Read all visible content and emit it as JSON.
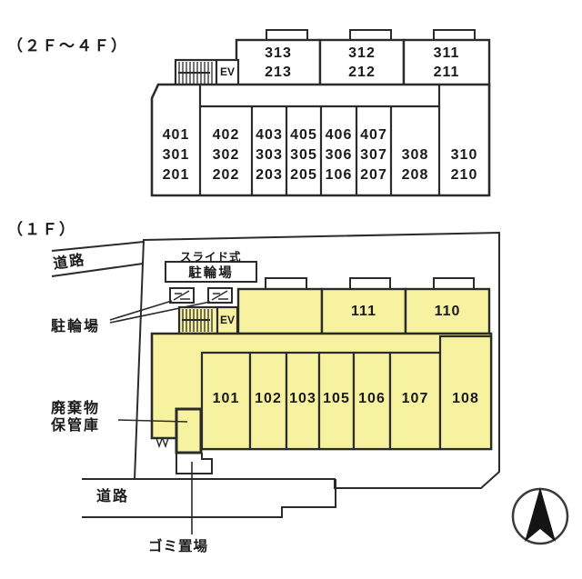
{
  "upper_floor": {
    "section_label": "（２Ｆ～４Ｆ）",
    "ev_label": "EV",
    "top_rooms": [
      "313\n213",
      "312\n212",
      "311\n211"
    ],
    "bottom_rooms": [
      "401\n301\n201",
      "402\n302\n202",
      "403\n303\n203",
      "405\n305\n205",
      "406\n306\n106",
      "407\n307\n207",
      "308\n208",
      "310\n210"
    ]
  },
  "first_floor": {
    "section_label": "（１Ｆ）",
    "ev_label": "EV",
    "road_top_label": "道路",
    "road_bottom_label": "道路",
    "slide_type_label": "スライド式",
    "bike_parking_box_label": "駐輪場",
    "bike_parking_pointer_label": "駐輪場",
    "waste_storage_label": "廃棄物\n保管庫",
    "garbage_area_label": "ゴミ置場",
    "top_rooms": [
      "",
      "111",
      "110"
    ],
    "bottom_rooms": [
      "101",
      "102",
      "103",
      "105",
      "106",
      "107",
      "108"
    ]
  },
  "colors": {
    "room_fill": "#F7F2A0",
    "line": "#2b2b2b",
    "text": "#1a1a1a"
  }
}
